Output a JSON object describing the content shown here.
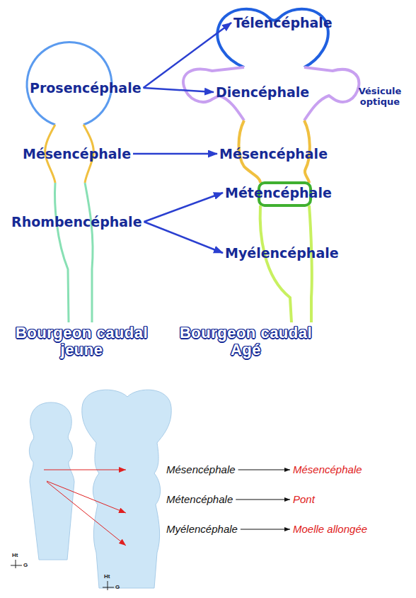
{
  "diagram": {
    "nodes": [
      {
        "text": [
          "Prosencéphale"
        ]
      },
      {
        "text": [
          "Mésencéphale"
        ]
      },
      {
        "text": [
          "Rhombencéphale"
        ]
      },
      {
        "text": [
          "Télencéphale"
        ]
      },
      {
        "text": [
          "Diencéphale"
        ]
      },
      {
        "text": [
          "Mésencéphale"
        ]
      },
      {
        "text": [
          "Métencéphale"
        ]
      },
      {
        "text": [
          "Myélencéphale"
        ]
      },
      {
        "text": [
          "Mésencéphale"
        ]
      },
      {
        "text": [
          "Mésencéphale"
        ]
      },
      {
        "text": [
          "Métencéphale"
        ]
      },
      {
        "text": [
          "Pont"
        ]
      },
      {
        "text": [
          "Myélencéphale"
        ]
      },
      {
        "text": [
          "Moelle allongée"
        ]
      }
    ],
    "edges": [
      {
        "from": 0,
        "to": 3,
        "arrow": "to"
      },
      {
        "from": 0,
        "to": 4,
        "arrow": "to"
      },
      {
        "from": 1,
        "to": 5,
        "arrow": "to"
      },
      {
        "from": 2,
        "to": 6,
        "arrow": "to"
      },
      {
        "from": 2,
        "to": 7,
        "arrow": "to"
      },
      {
        "from": 8,
        "to": 9,
        "arrow": "to"
      },
      {
        "from": 10,
        "to": 11,
        "arrow": "to"
      },
      {
        "from": 12,
        "to": 13,
        "arrow": "to"
      }
    ],
    "labels": [
      "Vésicule optique",
      "Bourgeon caudal jeune",
      "Bourgeon caudal Agé",
      "Ht",
      "G",
      "Ht",
      "G"
    ]
  }
}
